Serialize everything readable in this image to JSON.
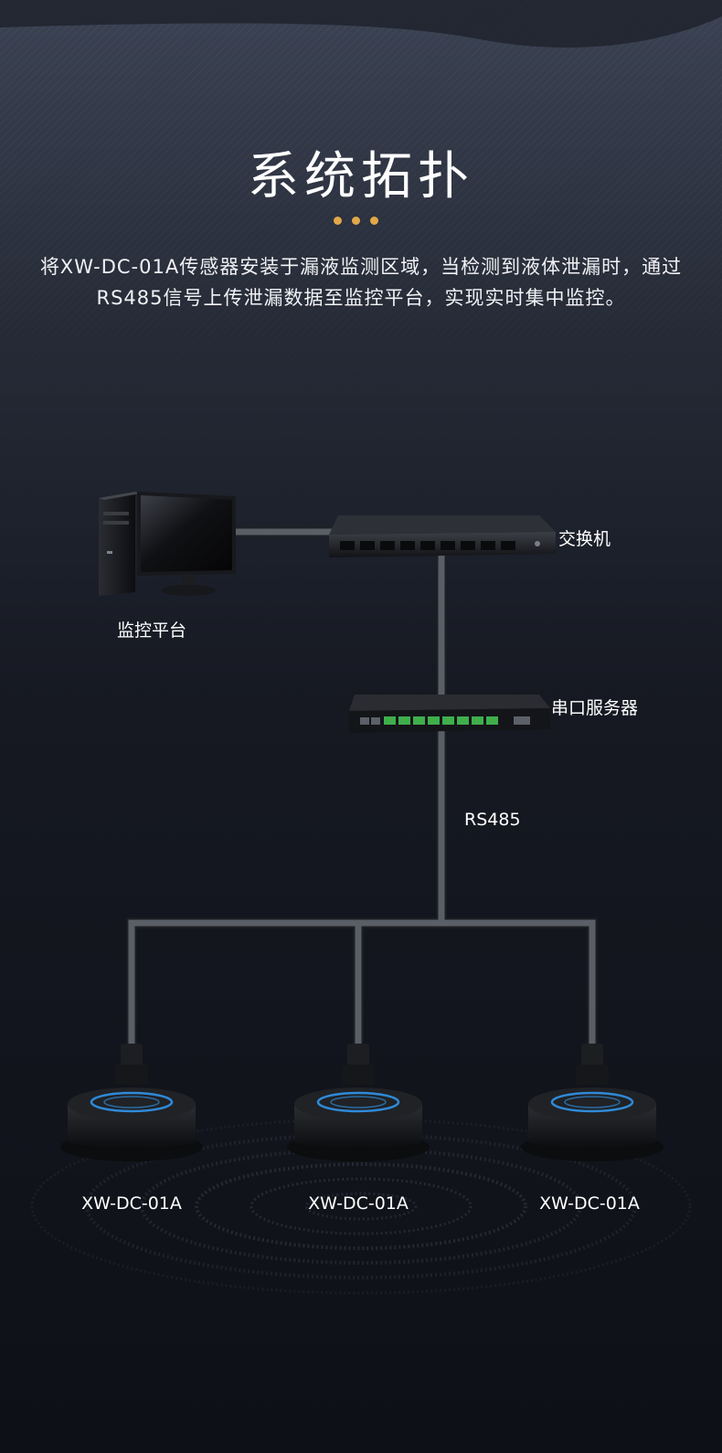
{
  "header": {
    "title": "系统拓扑",
    "description": "将XW-DC-01A传感器安装于漏液监测区域，当检测到液体泄漏时，通过RS485信号上传泄漏数据至监控平台，实现实时集中监控。"
  },
  "topology": {
    "monitor_label": "监控平台",
    "switch_label": "交换机",
    "serial_server_label": "串口服务器",
    "bus_label": "RS485",
    "sensors": [
      {
        "label": "XW-DC-01A"
      },
      {
        "label": "XW-DC-01A"
      },
      {
        "label": "XW-DC-01A"
      }
    ]
  },
  "colors": {
    "accent_dots": "#e1a84a",
    "cable": "#5a5e66",
    "sensor_ring": "#2f8ad8",
    "terminal_green": "#3fae4b"
  },
  "icons": {
    "computer": "desktop-computer-icon",
    "switch": "network-switch-icon",
    "serial_server": "serial-server-icon",
    "sensor": "leak-sensor-icon"
  }
}
